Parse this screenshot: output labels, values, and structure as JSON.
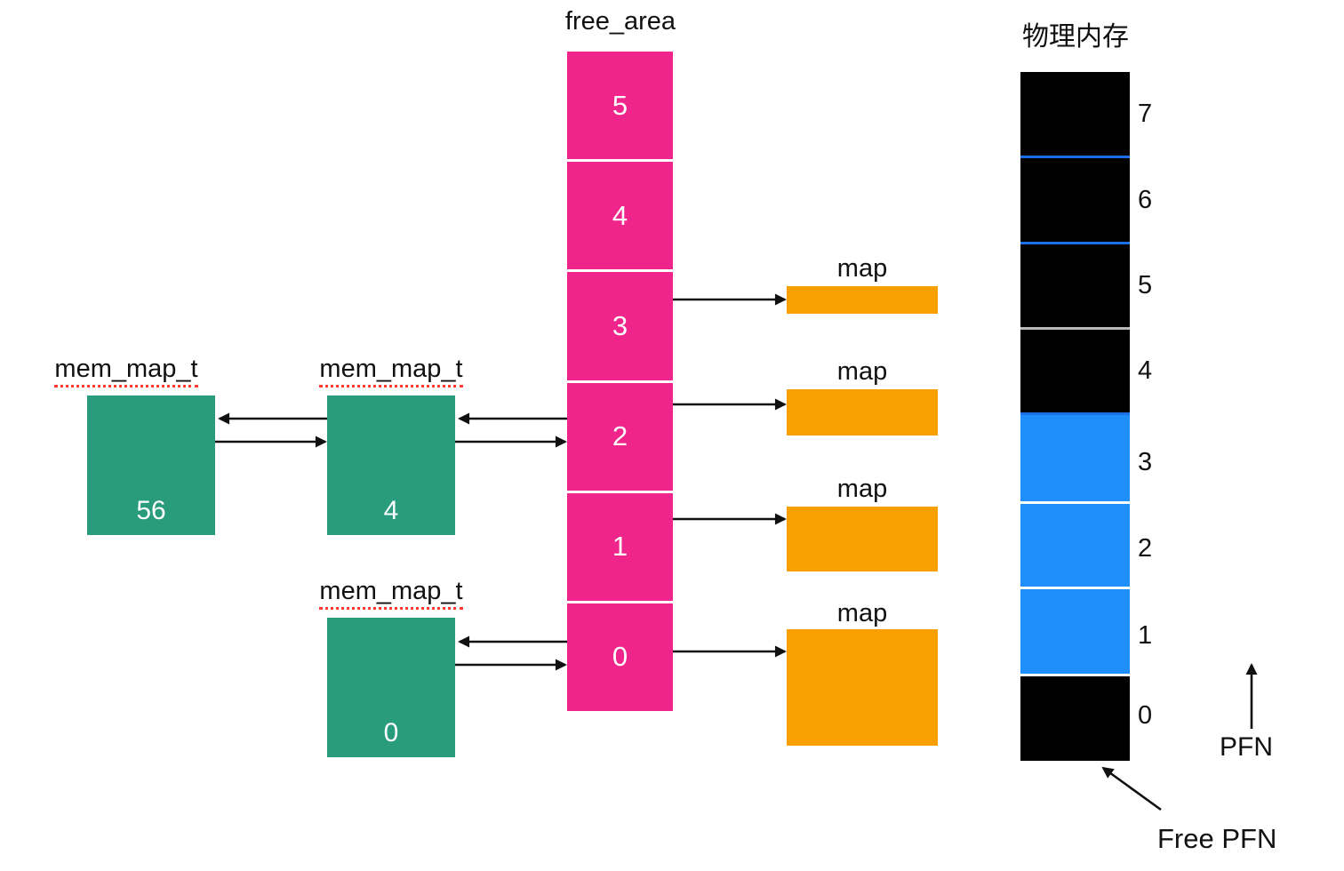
{
  "colors": {
    "free_area_pink": "#F0258C",
    "mem_map_green": "#299C7E",
    "map_orange": "#F8A002",
    "free_page_blue": "#1E8FFB",
    "used_page_black": "#000000",
    "separator_blue": "#1D6FE8",
    "spellcheck_red": "#ff3b30"
  },
  "free_area": {
    "title": "free_area",
    "cells": [
      "5",
      "4",
      "3",
      "2",
      "1",
      "0"
    ]
  },
  "mem_map_boxes": [
    {
      "label": "mem_map_t",
      "value": "56"
    },
    {
      "label": "mem_map_t",
      "value": "4"
    },
    {
      "label": "mem_map_t",
      "value": "0"
    }
  ],
  "maps": [
    {
      "label": "map"
    },
    {
      "label": "map"
    },
    {
      "label": "map"
    },
    {
      "label": "map"
    }
  ],
  "physical_memory": {
    "title": "物理内存",
    "cells": [
      {
        "label": "7",
        "state": "used"
      },
      {
        "label": "6",
        "state": "used"
      },
      {
        "label": "5",
        "state": "used"
      },
      {
        "label": "4",
        "state": "used"
      },
      {
        "label": "3",
        "state": "free"
      },
      {
        "label": "2",
        "state": "free"
      },
      {
        "label": "1",
        "state": "free"
      },
      {
        "label": "0",
        "state": "used"
      }
    ]
  },
  "annotations": {
    "pfn": "PFN",
    "free_pfn": "Free PFN"
  }
}
